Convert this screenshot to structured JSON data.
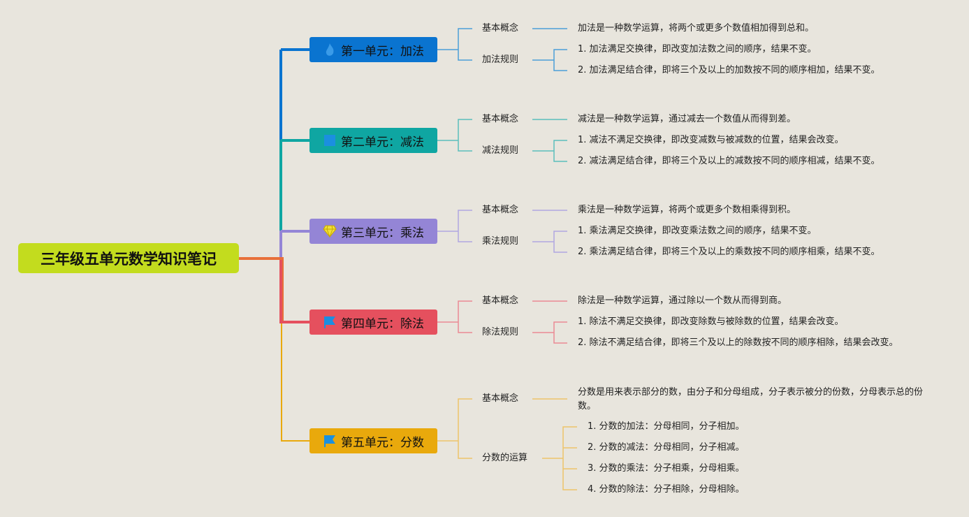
{
  "root": {
    "title": "三年级五单元数学知识笔记",
    "color": "#c3dc1e"
  },
  "units": [
    {
      "label": "第一单元：加法",
      "icon": "fire-icon",
      "color": "#0a74d0",
      "concept_label": "基本概念",
      "concept": "加法是一种数学运算，将两个或更多个数值相加得到总和。",
      "rules_label": "加法规则",
      "rules": [
        "1. 加法满足交换律，即改变加法数之间的顺序，结果不变。",
        "2. 加法满足结合律，即将三个及以上的加数按不同的顺序相加，结果不变。"
      ]
    },
    {
      "label": "第二单元：减法",
      "icon": "square-icon",
      "color": "#0fa6a2",
      "concept_label": "基本概念",
      "concept": "减法是一种数学运算，通过减去一个数值从而得到差。",
      "rules_label": "减法规则",
      "rules": [
        "1. 减法不满足交换律，即改变减数与被减数的位置，结果会改变。",
        "2. 减法满足结合律，即将三个及以上的减数按不同的顺序相减，结果不变。"
      ]
    },
    {
      "label": "第三单元：乘法",
      "icon": "diamond-icon",
      "color": "#9485d6",
      "concept_label": "基本概念",
      "concept": "乘法是一种数学运算，将两个或更多个数相乘得到积。",
      "rules_label": "乘法规则",
      "rules": [
        "1. 乘法满足交换律，即改变乘法数之间的顺序，结果不变。",
        "2. 乘法满足结合律，即将三个及以上的乘数按不同的顺序相乘，结果不变。"
      ]
    },
    {
      "label": "第四单元：除法",
      "icon": "flag-icon",
      "color": "#e5505e",
      "concept_label": "基本概念",
      "concept": "除法是一种数学运算，通过除以一个数从而得到商。",
      "rules_label": "除法规则",
      "rules": [
        "1. 除法不满足交换律，即改变除数与被除数的位置，结果会改变。",
        "2. 除法不满足结合律，即将三个及以上的除数按不同的顺序相除，结果会改变。"
      ]
    },
    {
      "label": "第五单元：分数",
      "icon": "flag-icon",
      "color": "#e9a90c",
      "concept_label": "基本概念",
      "concept": "分数是用来表示部分的数，由分子和分母组成，分子表示被分的份数，分母表示总的份数。",
      "rules_label": "分数的运算",
      "rules": [
        "1. 分数的加法：分母相同，分子相加。",
        "2. 分数的减法：分母相同，分子相减。",
        "3. 分数的乘法：分子相乘，分母相乘。",
        "4. 分数的除法：分子相除，分母相除。"
      ]
    }
  ]
}
